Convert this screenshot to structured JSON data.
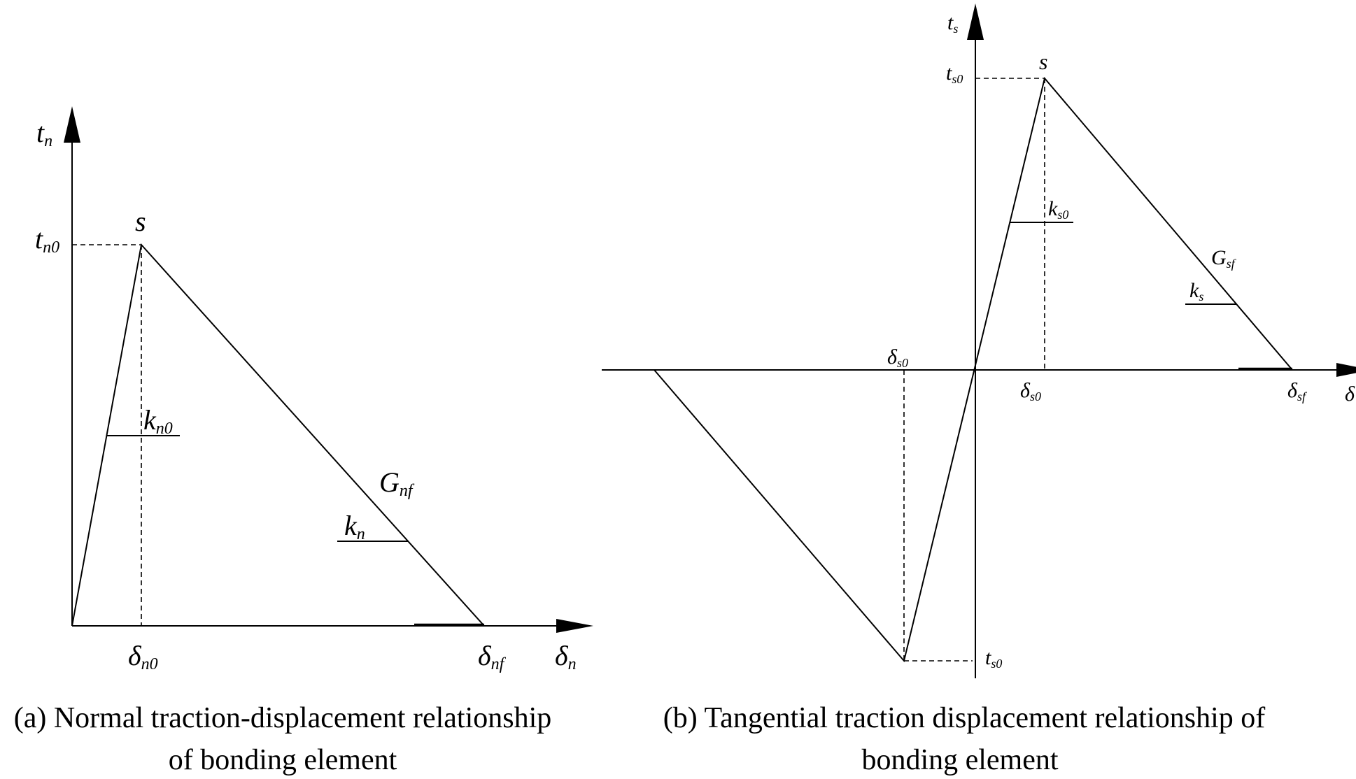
{
  "panel_a": {
    "y_axis_label": {
      "main": "t",
      "sub": "n"
    },
    "x_axis_label": {
      "main": "δ",
      "sub": "n"
    },
    "peak_label": "s",
    "peak_traction_label": {
      "main": "t",
      "sub": "n0"
    },
    "peak_disp_label": {
      "main": "δ",
      "sub": "n0"
    },
    "failure_disp_label": {
      "main": "δ",
      "sub": "nf"
    },
    "initial_stiffness_label": {
      "main": "k",
      "sub": "n0"
    },
    "fracture_energy_label": {
      "main": "G",
      "sub": "nf"
    },
    "softening_stiffness_label": {
      "main": "k",
      "sub": "n"
    },
    "caption_line1": "(a) Normal traction-displacement relationship",
    "caption_line2": "of bonding element"
  },
  "panel_b": {
    "y_axis_label": {
      "main": "t",
      "sub": "s"
    },
    "x_axis_label": {
      "main": "δ",
      "sub": ""
    },
    "peak_label": "s",
    "peak_traction_label": {
      "main": "t",
      "sub": "s0"
    },
    "peak_disp_label": {
      "main": "δ",
      "sub": "s0"
    },
    "neg_disp_label": {
      "main": "δ",
      "sub": "s0"
    },
    "neg_traction_label": {
      "main": "t",
      "sub": "s0"
    },
    "failure_disp_label": {
      "main": "δ",
      "sub": "sf"
    },
    "initial_stiffness_label": {
      "main": "k",
      "sub": "s0"
    },
    "fracture_energy_label": {
      "main": "G",
      "sub": "sf"
    },
    "softening_stiffness_label": {
      "main": "k",
      "sub": "s"
    },
    "caption_line1": "(b) Tangential traction displacement relationship of",
    "caption_line2": "bonding element"
  }
}
